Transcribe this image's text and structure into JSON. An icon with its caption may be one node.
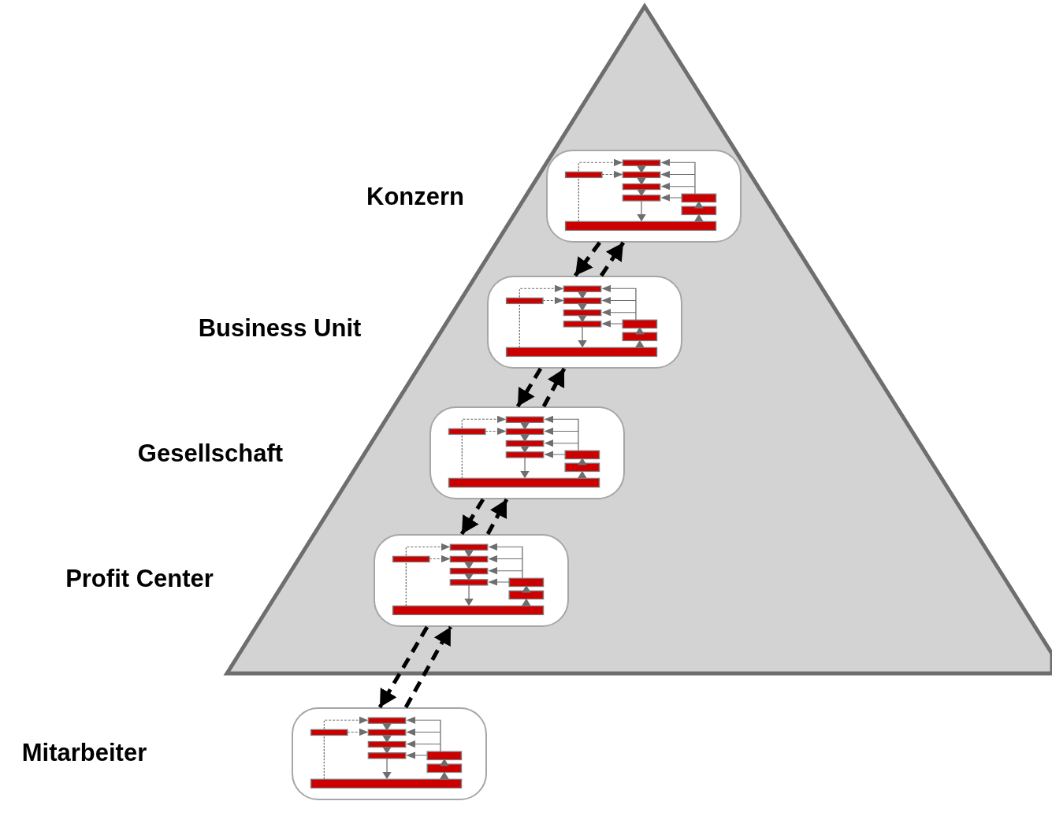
{
  "diagram": {
    "nodes": [
      {
        "text": [],
        "shape": "box"
      },
      {
        "text": [],
        "shape": "box"
      },
      {
        "text": [],
        "shape": "box"
      },
      {
        "text": [],
        "shape": "box"
      },
      {
        "text": [],
        "shape": "box"
      }
    ],
    "edges": [
      {
        "from": 0,
        "to": 1,
        "arrow": "to",
        "style": "dashed"
      },
      {
        "from": 1,
        "to": 0,
        "arrow": "to",
        "style": "dashed"
      },
      {
        "from": 1,
        "to": 2,
        "arrow": "to",
        "style": "dashed"
      },
      {
        "from": 2,
        "to": 1,
        "arrow": "to",
        "style": "dashed"
      },
      {
        "from": 2,
        "to": 3,
        "arrow": "to",
        "style": "dashed"
      },
      {
        "from": 3,
        "to": 2,
        "arrow": "to",
        "style": "dashed"
      },
      {
        "from": 3,
        "to": 4,
        "arrow": "to",
        "style": "dashed"
      },
      {
        "from": 4,
        "to": 3,
        "arrow": "to",
        "style": "dashed"
      }
    ],
    "labels": [
      "Konzern",
      "Business Unit",
      "Gesellschaft",
      "Profit Center",
      "Mitarbeiter"
    ]
  }
}
